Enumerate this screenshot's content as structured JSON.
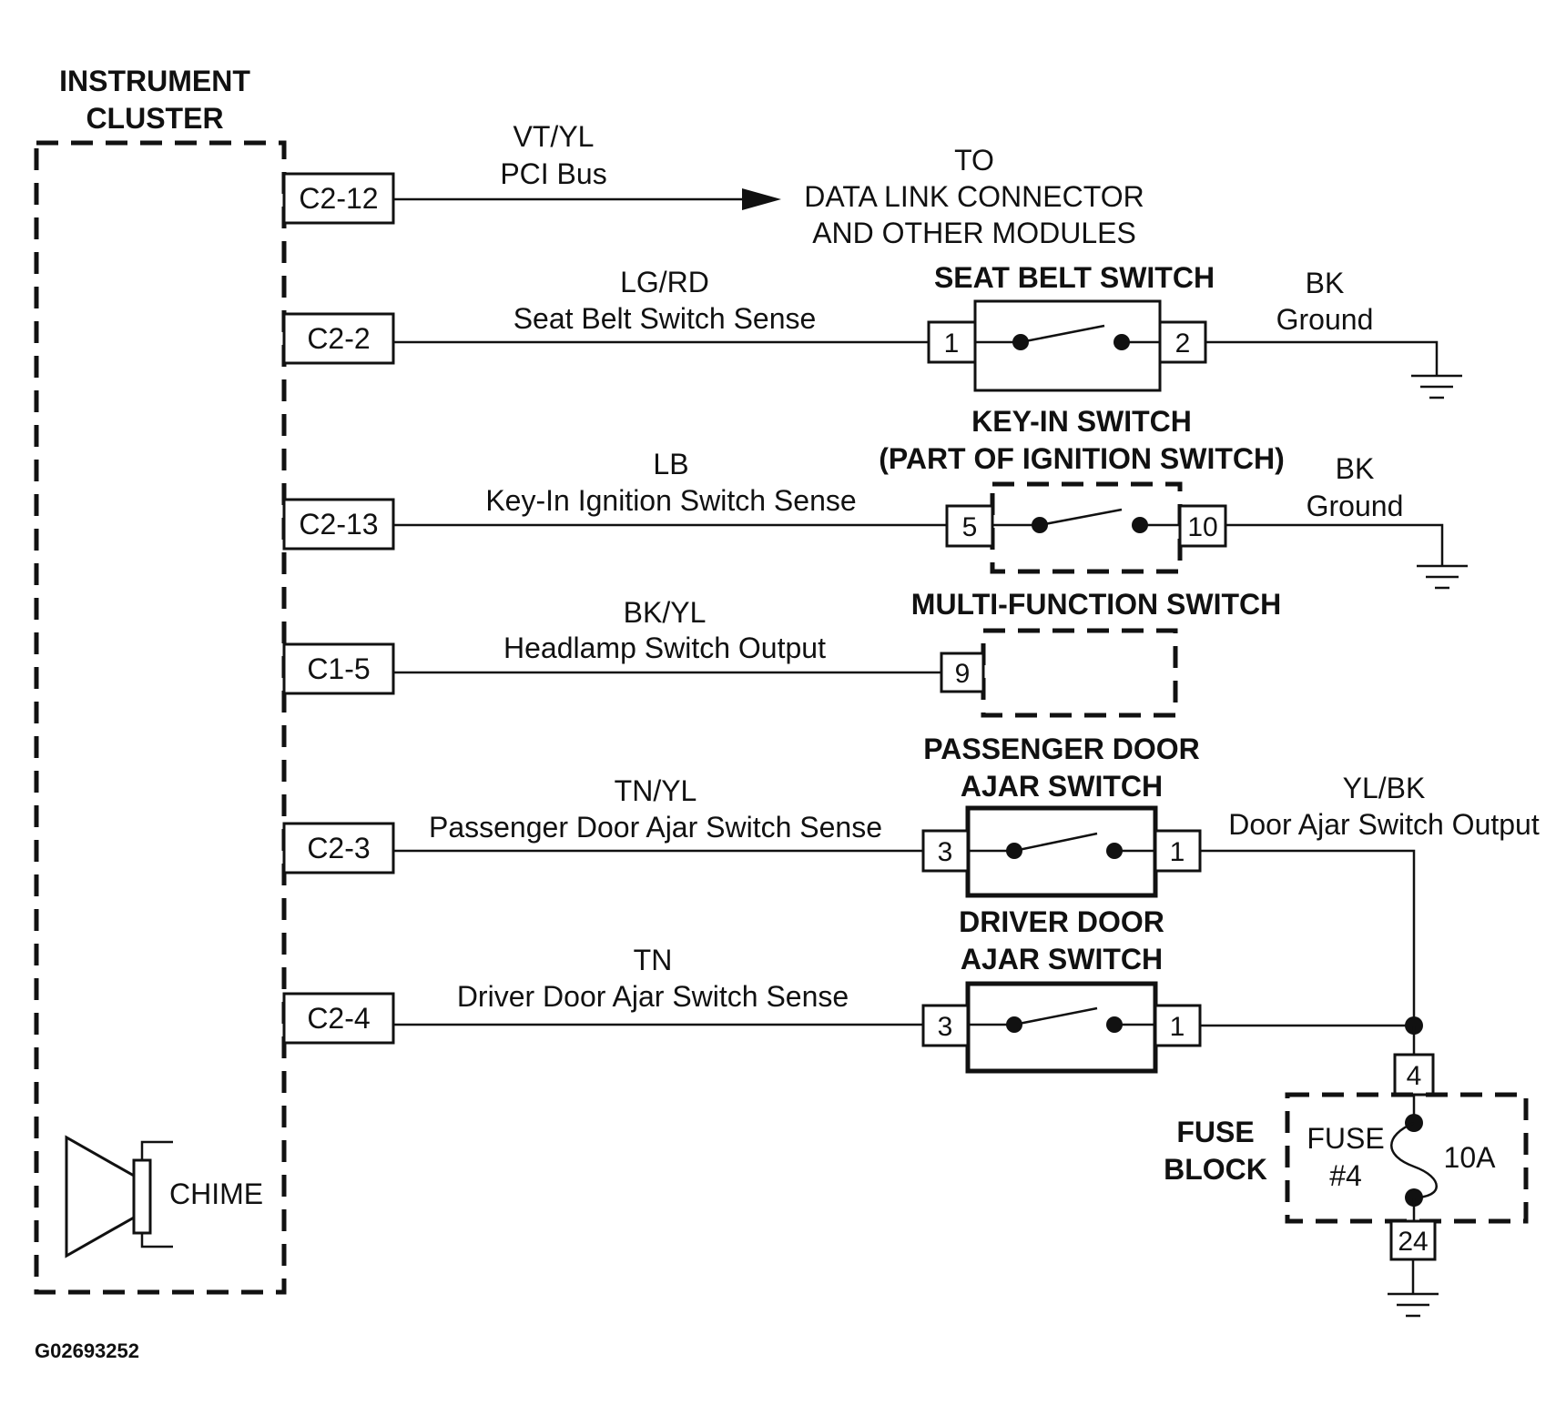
{
  "cluster": {
    "title_line1": "INSTRUMENT",
    "title_line2": "CLUSTER",
    "chime": "CHIME"
  },
  "connectors": {
    "c2_12": "C2-12",
    "c2_2": "C2-2",
    "c2_13": "C2-13",
    "c1_5": "C1-5",
    "c2_3": "C2-3",
    "c2_4": "C2-4"
  },
  "pci": {
    "color": "VT/YL",
    "name": "PCI Bus",
    "dest_line1": "TO",
    "dest_line2": "DATA LINK CONNECTOR",
    "dest_line3": "AND OTHER MODULES"
  },
  "seat_belt": {
    "wire_color": "LG/RD",
    "wire_name": "Seat Belt Switch Sense",
    "title": "SEAT BELT SWITCH",
    "pin_in": "1",
    "pin_out": "2",
    "ground_color": "BK",
    "ground_name": "Ground"
  },
  "key_in": {
    "wire_color": "LB",
    "wire_name": "Key-In Ignition Switch Sense",
    "title_line1": "KEY-IN SWITCH",
    "title_line2": "(PART OF IGNITION SWITCH)",
    "pin_in": "5",
    "pin_out": "10",
    "ground_color": "BK",
    "ground_name": "Ground"
  },
  "headlamp": {
    "wire_color": "BK/YL",
    "wire_name": "Headlamp Switch Output",
    "title": "MULTI-FUNCTION SWITCH",
    "pin_in": "9"
  },
  "passenger": {
    "wire_color": "TN/YL",
    "wire_name": "Passenger Door Ajar Switch Sense",
    "title_line1": "PASSENGER DOOR",
    "title_line2": "AJAR SWITCH",
    "pin_in": "3",
    "pin_out": "1",
    "out_color": "YL/BK",
    "out_name": "Door Ajar Switch Output"
  },
  "driver": {
    "wire_color": "TN",
    "wire_name": "Driver Door Ajar Switch Sense",
    "title_line1": "DRIVER DOOR",
    "title_line2": "AJAR SWITCH",
    "pin_in": "3",
    "pin_out": "1"
  },
  "fuse_block": {
    "title_line1": "FUSE",
    "title_line2": "BLOCK",
    "fuse_line1": "FUSE",
    "fuse_line2": "#4",
    "rating": "10A",
    "pin_top": "4",
    "pin_bottom": "24"
  },
  "figure_id": "G02693252"
}
